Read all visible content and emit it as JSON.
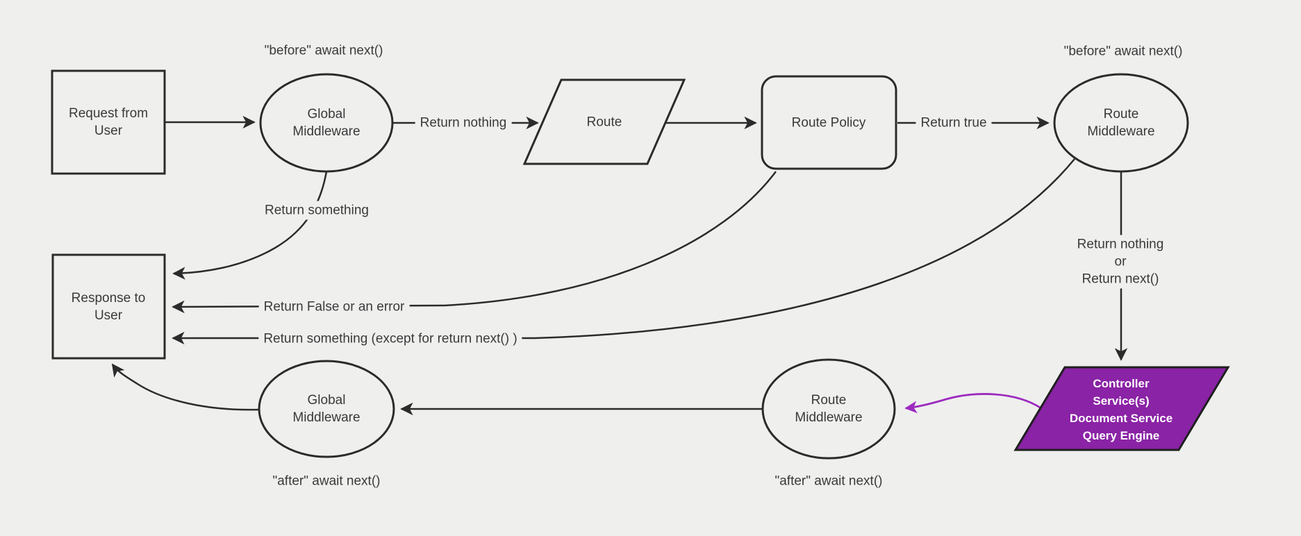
{
  "colors": {
    "bg": "#efefee",
    "stroke": "#2b2b2b",
    "text": "#3a3a3a",
    "purple_fill": "#8a23a5",
    "purple_stroke": "#1f1f1f",
    "purple_arrow": "#9d2bbf",
    "node_text_light": "#ffffff"
  },
  "nodes": {
    "request": "Request from\nUser",
    "global_middleware_top": "Global\nMiddleware",
    "route": "Route",
    "route_policy": "Route Policy",
    "route_middleware_top": "Route\nMiddleware",
    "response": "Response to\nUser",
    "global_middleware_bottom": "Global\nMiddleware",
    "route_middleware_bottom": "Route\nMiddleware",
    "controller": "Controller\nService(s)\nDocument Service\nQuery Engine"
  },
  "edge_labels": {
    "before_global": "\"before\" await next()",
    "before_route": "\"before\" await next()",
    "return_nothing": "Return nothing",
    "return_true": "Return true",
    "return_something": "Return something",
    "return_false_or_error": "Return False or an error",
    "return_something_except": "Return something (except for return next() )",
    "return_nothing_or_next": "Return nothing\nor\nReturn next()",
    "after_global": "\"after\" await next()",
    "after_route": "\"after\" await next()"
  }
}
